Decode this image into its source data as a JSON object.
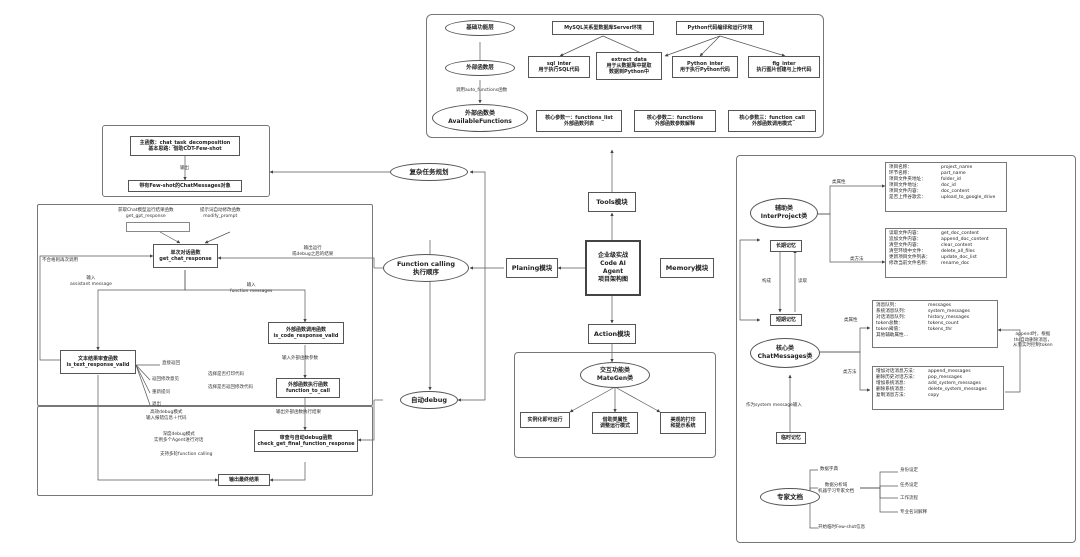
{
  "center": {
    "line1": "企业级实战",
    "line2": "Code AI Agent",
    "line3": "项目架构图"
  },
  "modules": {
    "tools": "Tools模块",
    "planning": "Planing模块",
    "memory": "Memory模块",
    "action": "Action模块"
  },
  "tools": {
    "base_layer": "基础功能层",
    "mysql": "MySQL关系型数据库Server环境",
    "python_env": "Python代码编译和运行环境",
    "sql_inter": [
      "sql_inter",
      "用于执行SQL代码"
    ],
    "extract_data": [
      "extract_data",
      "用于从数据库中提取",
      "数据到Python中"
    ],
    "python_inter": [
      "Python_inter",
      "用于执行Python代码"
    ],
    "fig_inter": [
      "fig_inter",
      "执行图片创建与上传代码"
    ],
    "ext_layer": "外部函数层",
    "call_auto": "调用auto_functions函数",
    "available": [
      "外部函数类",
      "AvailableFunctions"
    ],
    "param1": [
      "核心参数一：functions_list",
      "外部函数列表"
    ],
    "param2": [
      "核心参数二：functions",
      "外部函数参数解释"
    ],
    "param3": [
      "核心参数三：function_call",
      "外部函数调用模式"
    ]
  },
  "planning": {
    "complex": "复杂任务规划",
    "fc": [
      "Function calling",
      "执行顺序"
    ],
    "debug": "自动debug",
    "task_box": [
      "主函数：chat_task_decomposition",
      "基本思路：借助COT-Few-shot"
    ],
    "output": "输出",
    "fewshot": "带有Few-shot的ChatMessages对象",
    "top_l": [
      "获取Chat模型运行结果函数",
      "get_gpt_response"
    ],
    "top_r": [
      "提示词自动修改函数",
      "modify_prompt"
    ],
    "single": [
      "单次对话函数",
      "get_chat_response"
    ],
    "no_match": "不合格则再次调用",
    "out_debug": [
      "输出运行",
      "或debug之后的结果"
    ],
    "input_am": [
      "输入",
      "assistant message"
    ],
    "input_fm": [
      "输入",
      "function messages"
    ],
    "ext_valid": [
      "外部函数调用函数",
      "is_code_response_valid"
    ],
    "text_valid": [
      "文本结果审查函数",
      "is_text_response_valid"
    ],
    "opts": [
      "直接返回",
      "返回修改意见",
      "重新提问",
      "退出"
    ],
    "input_params": "输入外部函数参数",
    "ext_exec": [
      "外部函数执行函数",
      "function_to_call"
    ],
    "print_opt": "选择是否打印代码",
    "return_opt": "选择是否返回修改代码",
    "high_debug": [
      "高效debug模式",
      "输入报错信息＋代码"
    ],
    "exec_result": "输出外部函数执行结果",
    "deep_debug": [
      "深度debug模式",
      "实例多个Agent进行对话"
    ],
    "multi_fc": "支持多轮function calling",
    "review": [
      "审查与自动debug函数",
      "check_get_final_function_response"
    ],
    "final": "输出最终结果"
  },
  "memory": {
    "helper": [
      "辅助类",
      "InterProject类"
    ],
    "attr1": "类属性",
    "attrs1": [
      [
        "项目名称：",
        "project_name"
      ],
      [
        "环节名称：",
        "part_name"
      ],
      [
        "项目文件夹地址：",
        "folder_id"
      ],
      [
        "项目文件地址：",
        "doc_id"
      ],
      [
        "项目文件内容：",
        "doc_content"
      ],
      [
        "是否上传谷歌云：",
        "upload_to_google_drive"
      ]
    ],
    "method1": "类方法",
    "methods1": [
      [
        "读取文件内容：",
        "get_doc_content"
      ],
      [
        "追加文件内容：",
        "append_doc_content"
      ],
      [
        "清空文件内容：",
        "clear_content"
      ],
      [
        "清空环境中文件：",
        "delete_all_files"
      ],
      [
        "更新项目文件列表：",
        "update_doc_list"
      ],
      [
        "修改当前文件名称：",
        "rename_doc"
      ]
    ],
    "long": "长期记忆",
    "build": "构成",
    "read": "读取",
    "short": "短期记忆",
    "core": [
      "核心类",
      "ChatMessages类"
    ],
    "attr2": "类属性",
    "attrs2": [
      [
        "消息队列：",
        "messages"
      ],
      [
        "系统消息队列：",
        "system_messages"
      ],
      [
        "对话消息队列：",
        "history_messages"
      ],
      [
        "token总数：",
        "tokens_count"
      ],
      [
        "token阈值：",
        "tokens_thr"
      ],
      [
        "其他辅助属性…",
        ""
      ]
    ],
    "method2": "类方法",
    "methods2": [
      [
        "增加对话消息方法：",
        "append_messages"
      ],
      [
        "删除历史对话方法：",
        "pop_messages"
      ],
      [
        "增加系统消息：",
        "add_system_messages"
      ],
      [
        "删除系统消息：",
        "delete_system_messages"
      ],
      [
        "复制消息方法：",
        "copy"
      ]
    ],
    "append_note": [
      "append时，根据",
      "thr自动删除消息，",
      "从而实时控制token"
    ],
    "sysmsg": "作为system message输入",
    "temp": "临时记忆",
    "expert": "专家文档",
    "dict": "数据字典",
    "ml_doc": [
      "数据分析域",
      "机器学习专家文档"
    ],
    "roles": [
      "身份设定",
      "任务设定",
      "工作流程",
      "专业名词解释"
    ],
    "fewshot_info": "开始临时Few-shot信息"
  },
  "action": {
    "title": [
      "交互功能类",
      "MateGen类"
    ],
    "run": "实例化即可运行",
    "attr": [
      "借助类属性",
      "调整运行模式"
    ],
    "print": [
      "美观的打印",
      "和提示系统"
    ]
  }
}
